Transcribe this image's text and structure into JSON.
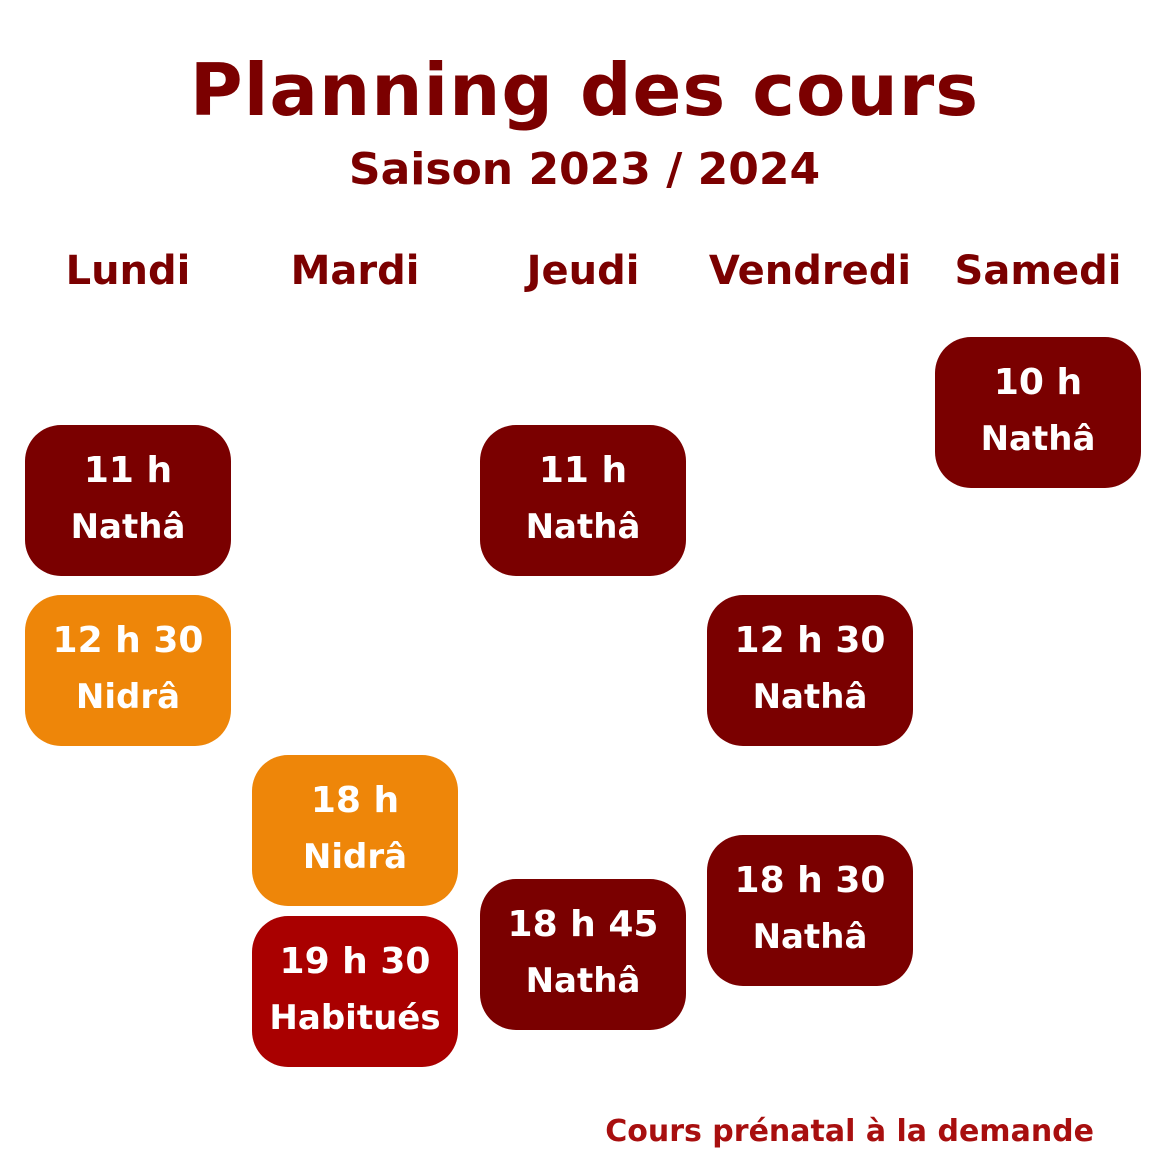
{
  "header": {
    "title": "Planning des cours",
    "subtitle": "Saison 2023 / 2024"
  },
  "days": [
    "Lundi",
    "Mardi",
    "Jeudi",
    "Vendredi",
    "Samedi"
  ],
  "slots": {
    "lundi_1": {
      "time": "11 h",
      "course": "Nathâ"
    },
    "lundi_2": {
      "time": "12 h 30",
      "course": "Nidrâ"
    },
    "mardi_1": {
      "time": "18 h",
      "course": "Nidrâ"
    },
    "mardi_2": {
      "time": "19 h 30",
      "course": "Habitués"
    },
    "jeudi_1": {
      "time": "11 h",
      "course": "Nathâ"
    },
    "jeudi_2": {
      "time": "18 h 45",
      "course": "Nathâ"
    },
    "vendredi_1": {
      "time": "12 h 30",
      "course": "Nathâ"
    },
    "vendredi_2": {
      "time": "18 h 30",
      "course": "Nathâ"
    },
    "samedi_1": {
      "time": "10 h",
      "course": "Nathâ"
    }
  },
  "colors": {
    "dark": "#7a0000",
    "orange": "#ee8609",
    "red": "#a90000"
  },
  "footer": {
    "note": "Cours prénatal à la demande"
  }
}
